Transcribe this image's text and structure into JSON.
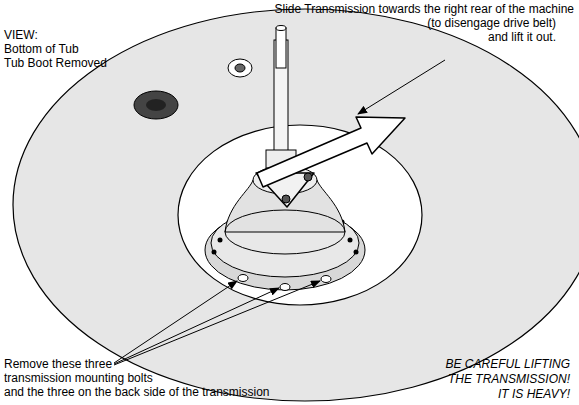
{
  "diagram": {
    "labels": [
      "VIEW:",
      "Bottom of Tub",
      "Tub Boot Removed",
      "Slide Transmission towards the right rear of the machine",
      "(to disengage drive belt)",
      "and lift it out.",
      "Remove these three",
      "transmission mounting bolts",
      "and the three on the back side of the transmission",
      "BE CAREFUL LIFTING",
      "THE TRANSMISSION!",
      "IT IS HEAVY!"
    ]
  }
}
